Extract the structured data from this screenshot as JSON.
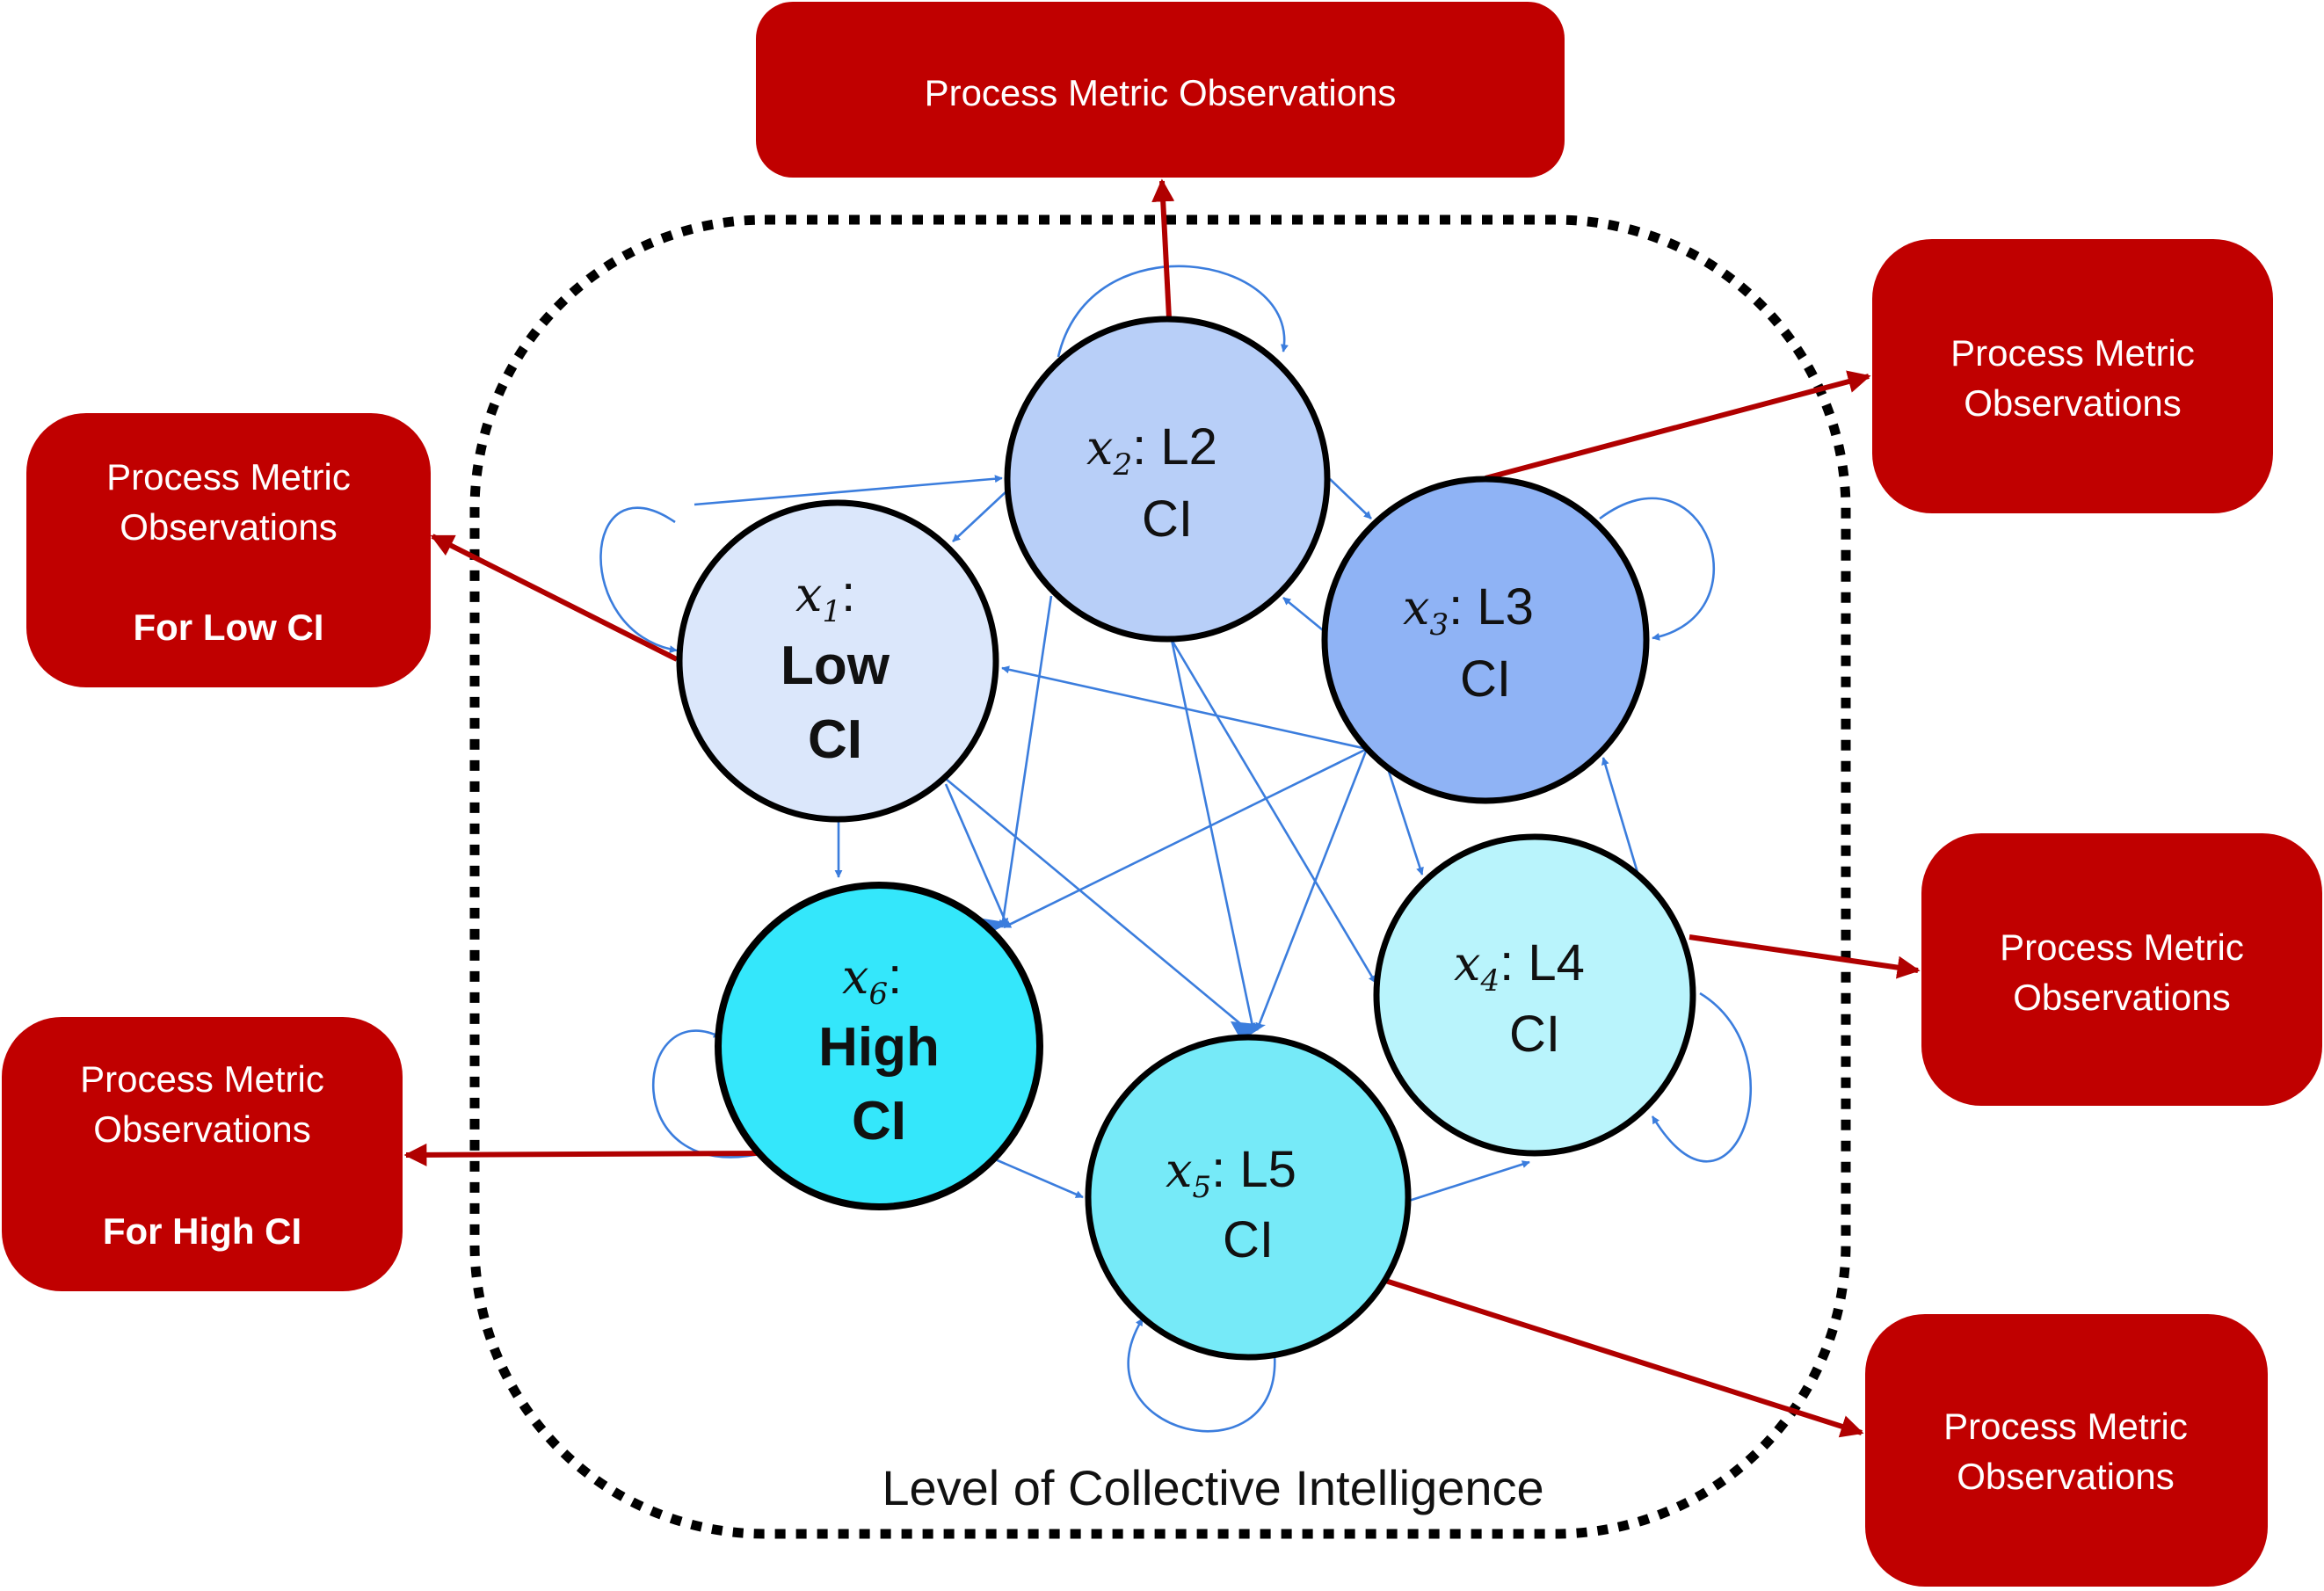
{
  "caption": "Level of Collective Intelligence",
  "nodes": [
    {
      "id": "x1",
      "var": "x",
      "sub": "1",
      "suffix": ":",
      "line1": "Low",
      "line2": "CI",
      "bold": true,
      "fill": "#dbe7fb"
    },
    {
      "id": "x2",
      "var": "x",
      "sub": "2",
      "suffix": ": L2",
      "line1": "",
      "line2": "CI",
      "bold": false,
      "fill": "#b8cff8"
    },
    {
      "id": "x3",
      "var": "x",
      "sub": "3",
      "suffix": ": L3",
      "line1": "",
      "line2": "CI",
      "bold": false,
      "fill": "#8fb3f5"
    },
    {
      "id": "x4",
      "var": "x",
      "sub": "4",
      "suffix": ": L4",
      "line1": "",
      "line2": "CI",
      "bold": false,
      "fill": "#b9f4fc"
    },
    {
      "id": "x5",
      "var": "x",
      "sub": "5",
      "suffix": ": L5",
      "line1": "",
      "line2": "CI",
      "bold": false,
      "fill": "#76eaf8"
    },
    {
      "id": "x6",
      "var": "x",
      "sub": "6",
      "suffix": ":",
      "line1": "High",
      "line2": "CI",
      "bold": true,
      "fill": "#34e7fb"
    }
  ],
  "observations": {
    "top": {
      "line1": "Process Metric Observations",
      "line2": "",
      "note": ""
    },
    "left_low": {
      "line1": "Process Metric",
      "line2": "Observations",
      "note": "For Low CI"
    },
    "left_high": {
      "line1": "Process Metric",
      "line2": "Observations",
      "note": "For High CI"
    },
    "right_x3": {
      "line1": "Process Metric",
      "line2": "Observations",
      "note": ""
    },
    "right_x4": {
      "line1": "Process Metric",
      "line2": "Observations",
      "note": ""
    },
    "right_x5": {
      "line1": "Process Metric",
      "line2": "Observations",
      "note": ""
    }
  },
  "colors": {
    "observation_box": "#c00000",
    "observation_arrow": "#b00000",
    "transition_arrow": "#3b7ddd",
    "boundary": "#000000"
  }
}
